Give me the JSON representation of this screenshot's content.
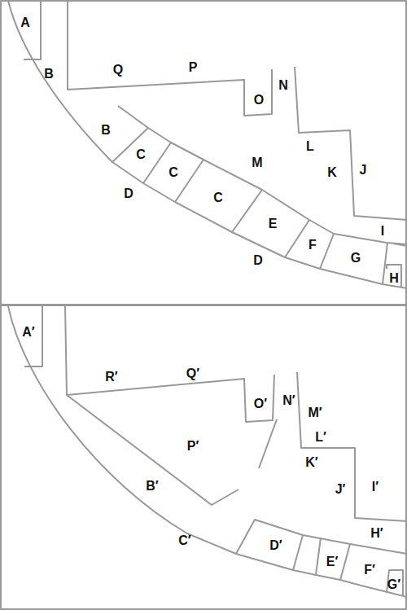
{
  "diagram": {
    "labels": [
      "A",
      "B",
      "Q",
      "P",
      "O",
      "N",
      "B",
      "C",
      "C",
      "M",
      "L",
      "K",
      "J",
      "D",
      "C",
      "E",
      "I",
      "F",
      "G",
      "D",
      "H",
      "A′",
      "R′",
      "Q′",
      "O′",
      "N′",
      "M′",
      "P′",
      "L′",
      "K′",
      "J′",
      "I′",
      "B′",
      "H′",
      "C′",
      "D′",
      "E′",
      "F′",
      "G′"
    ]
  }
}
